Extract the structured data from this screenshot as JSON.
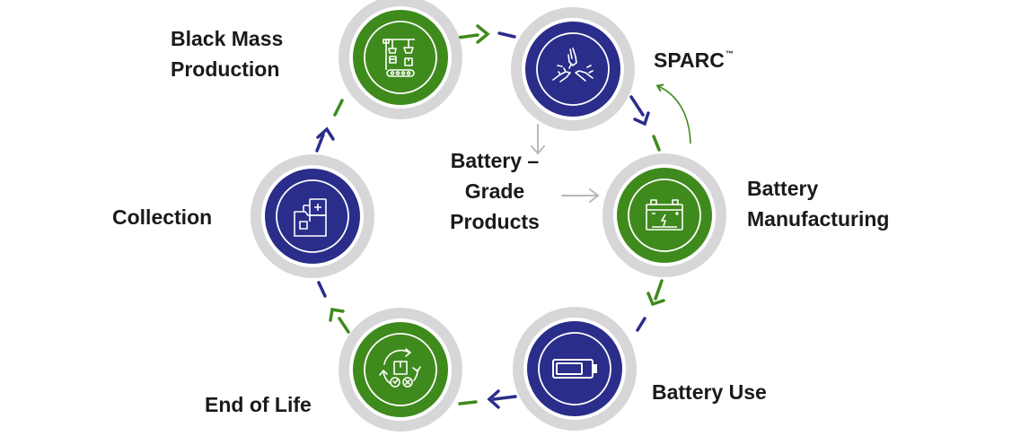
{
  "colors": {
    "green": "#3f8a1c",
    "navy": "#2b2d8a",
    "ring_gray": "#d7d7d9",
    "icon_white": "#ffffff",
    "side_arrow": "#b8b8b8",
    "text": "#1a1a1a"
  },
  "stages": [
    {
      "id": "black-mass-production",
      "label_lines": [
        "Black Mass",
        "Production"
      ],
      "fill": "green",
      "icon": "factory-conveyor-icon"
    },
    {
      "id": "sparc",
      "label_lines": [
        "SPARC"
      ],
      "label_suffix": "™",
      "fill": "navy",
      "icon": "hands-icon"
    },
    {
      "id": "battery-manufacturing",
      "label_lines": [
        "Battery",
        "Manufacturing"
      ],
      "fill": "green",
      "icon": "battery-icon"
    },
    {
      "id": "battery-use",
      "label_lines": [
        "Battery Use"
      ],
      "fill": "navy",
      "icon": "charging-battery-icon"
    },
    {
      "id": "end-of-life",
      "label_lines": [
        "End of Life"
      ],
      "fill": "green",
      "icon": "recycle-box-icon"
    },
    {
      "id": "collection",
      "label_lines": [
        "Collection"
      ],
      "fill": "navy",
      "icon": "collection-documents-icon"
    }
  ],
  "output": {
    "label_lines": [
      "Battery –",
      "Grade",
      "Products"
    ]
  },
  "cycle_direction": "clockwise"
}
